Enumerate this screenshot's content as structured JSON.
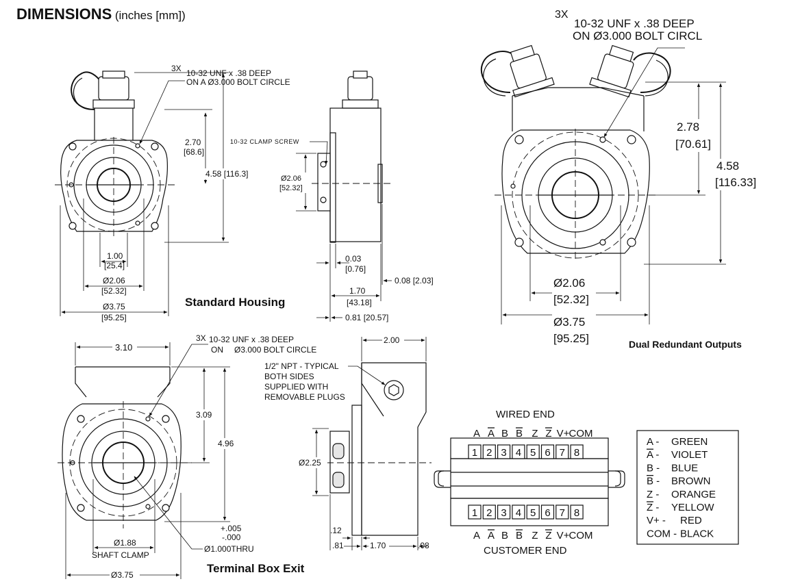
{
  "header": {
    "title": "DIMENSIONS",
    "units": "(inches [mm])"
  },
  "standard_housing": {
    "caption": "Standard Housing",
    "front": {
      "qty": "3X",
      "thread_line1": "10-32 UNF x .38 DEEP",
      "thread_line2": "ON A Ø3.000 BOLT CIRCLE",
      "dim_270": "2.70",
      "dim_270_mm": "[68.6]",
      "dim_458": "4.58 [116.3]",
      "dim_100": "1.00",
      "dim_100_mm": "[25.4]",
      "dim_206": "Ø2.06",
      "dim_206_mm": "[52.32]",
      "dim_375": "Ø3.75",
      "dim_375_mm": "[95.25]"
    },
    "side": {
      "clamp_screw": "10-32 CLAMP SCREW",
      "dim_206": "Ø2.06",
      "dim_206_mm": "[52.32]",
      "dim_003": "0.03",
      "dim_003_mm": "[0.76]",
      "dim_008": "0.08 [2.03]",
      "dim_170": "1.70",
      "dim_170_mm": "[43.18]",
      "dim_081": "0.81 [20.57]"
    }
  },
  "dual_outputs": {
    "caption": "Dual Redundant Outputs",
    "qty": "3X",
    "thread_line1": "10-32 UNF x .38 DEEP",
    "thread_line2": "ON Ø3.000 BOLT CIRCL",
    "dim_278": "2.78",
    "dim_278_mm": "[70.61]",
    "dim_458": "4.58",
    "dim_458_mm": "[116.33]",
    "dim_206": "Ø2.06",
    "dim_206_mm": "[52.32]",
    "dim_375": "Ø3.75",
    "dim_375_mm": "[95.25]"
  },
  "terminal_box": {
    "caption": "Terminal Box Exit",
    "front": {
      "dim_310": "3.10",
      "qty": "3X",
      "thread_line1": "10-32 UNF x .38 DEEP",
      "thread_line2a": "ON",
      "thread_line2b": "Ø3.000 BOLT CIRCLE",
      "dim_309": "3.09",
      "dim_496": "4.96",
      "tol_plus": "+.005",
      "tol_minus": "-.000",
      "dim_bore": "Ø1.000THRU",
      "dim_188": "Ø1.88",
      "shaft_clamp": "SHAFT CLAMP",
      "dim_375": "Ø3.75"
    },
    "side": {
      "npt_line1": "1/2\" NPT - TYPICAL",
      "npt_line2": "BOTH SIDES",
      "npt_line3": "SUPPLIED WITH",
      "npt_line4": "REMOVABLE PLUGS",
      "dim_200": "2.00",
      "dim_225": "Ø2.25",
      "dim_012": ".12",
      "dim_081": ".81",
      "dim_170": "1.70",
      "dim_008": ".08"
    }
  },
  "terminal_block": {
    "wired_end": "WIRED END",
    "customer_end": "CUSTOMER END",
    "signals": [
      "A",
      "A",
      "B",
      "B",
      "Z",
      "Z",
      "V+",
      "COM"
    ],
    "signal_overline": [
      false,
      true,
      false,
      true,
      false,
      true,
      false,
      false
    ],
    "pins": [
      "1",
      "2",
      "3",
      "4",
      "5",
      "6",
      "7",
      "8"
    ]
  },
  "wire_legend": [
    {
      "signal": "A -",
      "overline": false,
      "color": "GREEN"
    },
    {
      "signal": "A -",
      "overline": true,
      "color": "VIOLET"
    },
    {
      "signal": "B -",
      "overline": false,
      "color": "BLUE"
    },
    {
      "signal": "B -",
      "overline": true,
      "color": "BROWN"
    },
    {
      "signal": "Z -",
      "overline": false,
      "color": "ORANGE"
    },
    {
      "signal": "Z -",
      "overline": true,
      "color": "YELLOW"
    },
    {
      "signal": "V+ -",
      "overline": false,
      "color": "RED"
    },
    {
      "signal": "COM -",
      "overline": false,
      "color": "BLACK"
    }
  ]
}
